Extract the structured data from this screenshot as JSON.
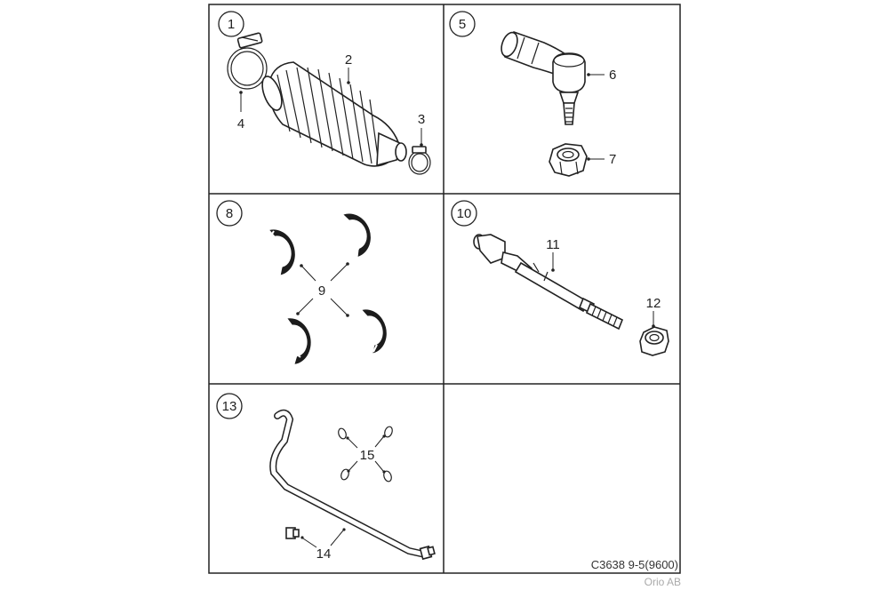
{
  "title_code": "C3638 9-5(9600)",
  "credit": "Orio AB",
  "panels": [
    {
      "id": "1",
      "callouts": [
        "2",
        "3",
        "4"
      ]
    },
    {
      "id": "5",
      "callouts": [
        "6",
        "7"
      ]
    },
    {
      "id": "8",
      "callouts": [
        "9"
      ]
    },
    {
      "id": "10",
      "callouts": [
        "11",
        "12"
      ]
    },
    {
      "id": "13",
      "callouts": [
        "14",
        "15"
      ]
    },
    {
      "id": "",
      "callouts": []
    }
  ],
  "colors": {
    "line": "#222222",
    "background": "#ffffff",
    "credit": "#aaaaaa"
  },
  "icons": [
    "hose-clamp-icon",
    "rack-boot-icon",
    "tie-rod-end-icon",
    "lock-nut-icon",
    "shim-ring-icon",
    "inner-tie-rod-icon",
    "pipe-icon",
    "o-ring-icon"
  ]
}
